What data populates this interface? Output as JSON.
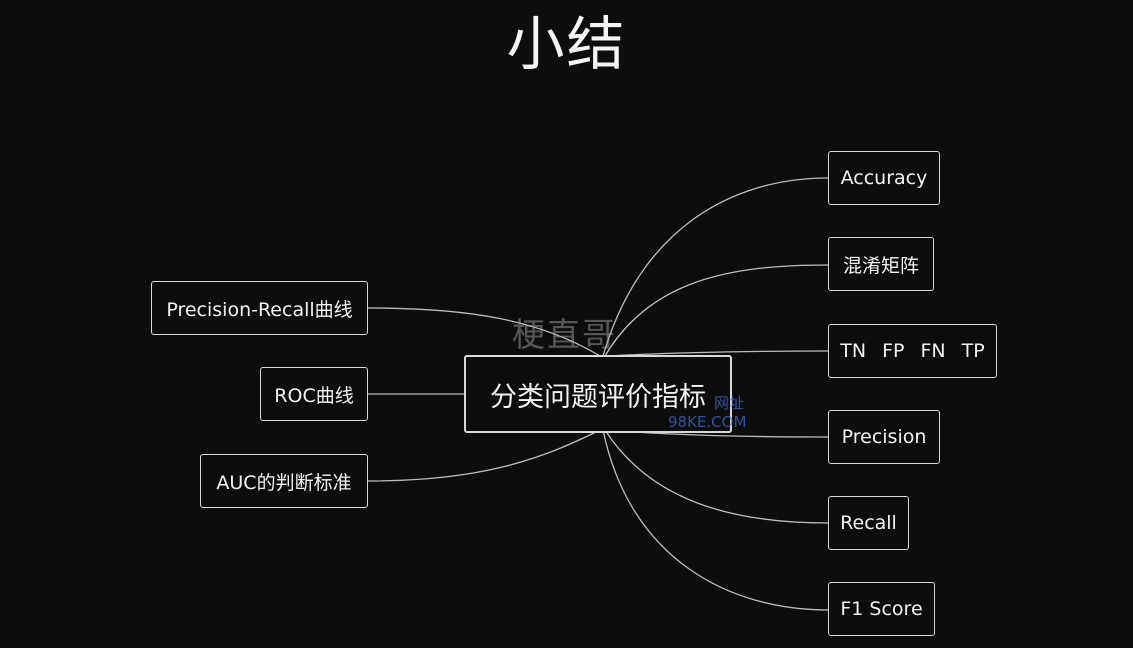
{
  "title": "小结",
  "center": "分类问题评价指标",
  "left_nodes": [
    "Precision-Recall曲线",
    "ROC曲线",
    "AUC的判断标准"
  ],
  "right_nodes": {
    "accuracy": "Accuracy",
    "confusion_matrix": "混淆矩阵",
    "cells": [
      "TN",
      "FP",
      "FN",
      "TP"
    ],
    "precision": "Precision",
    "recall": "Recall",
    "f1": "F1 Score"
  },
  "watermark": {
    "name": "梗直哥",
    "site_label": "网址",
    "site_url": "98KE.COM"
  }
}
